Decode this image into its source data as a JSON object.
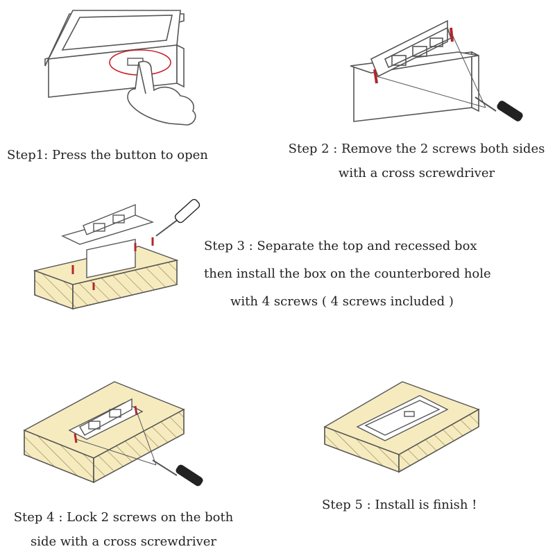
{
  "steps": [
    {
      "lines": [
        "Step1: Press the button to open"
      ]
    },
    {
      "lines": [
        "Step 2 : Remove the 2 screws both sides",
        "with a cross screwdriver"
      ]
    },
    {
      "lines": [
        "Step 3 : Separate the top and recessed box",
        "then install the box on the counterbored hole",
        "with 4 screws ( 4 screws included )"
      ]
    },
    {
      "lines": [
        "Step 4 : Lock 2 screws on the both",
        "side with a cross screwdriver"
      ]
    },
    {
      "lines": [
        "Step 5 : Install is finish !"
      ]
    }
  ],
  "colors": {
    "wood": "#f6ebbf",
    "wood_edge": "#e9d79a",
    "line": "#555555",
    "screw": "#b3262c",
    "handle": "#222222"
  }
}
